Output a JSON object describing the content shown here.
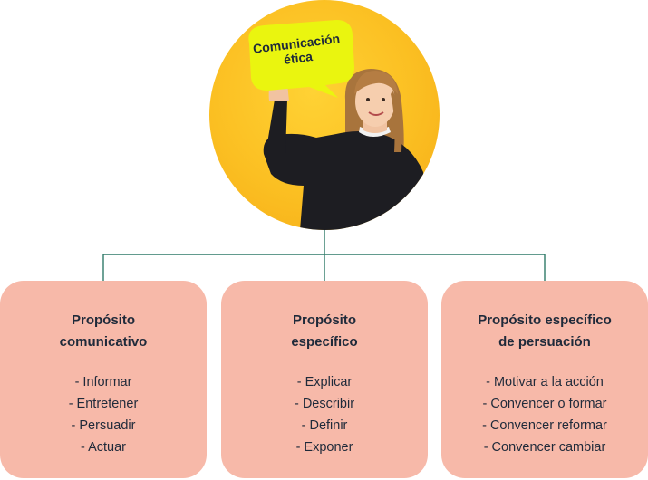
{
  "bubble": {
    "line1": "Comunicación",
    "line2": "ética"
  },
  "colors": {
    "circle": "#fbbf22",
    "bubble": "#eaf50f",
    "card": "#f7b9a9",
    "connector": "#2f7a68"
  },
  "cards": [
    {
      "title_line1": "Propósito",
      "title_line2": "comunicativo",
      "items": [
        "- Informar",
        "- Entretener",
        "- Persuadir",
        "- Actuar"
      ]
    },
    {
      "title_line1": "Propósito",
      "title_line2": "específico",
      "items": [
        "- Explicar",
        "- Describir",
        "- Definir",
        "- Exponer"
      ]
    },
    {
      "title_line1": "Propósito específico",
      "title_line2": "de persuación",
      "items": [
        "- Motivar a la acción",
        "- Convencer o formar",
        "- Convencer reformar",
        "- Convencer cambiar"
      ]
    }
  ]
}
